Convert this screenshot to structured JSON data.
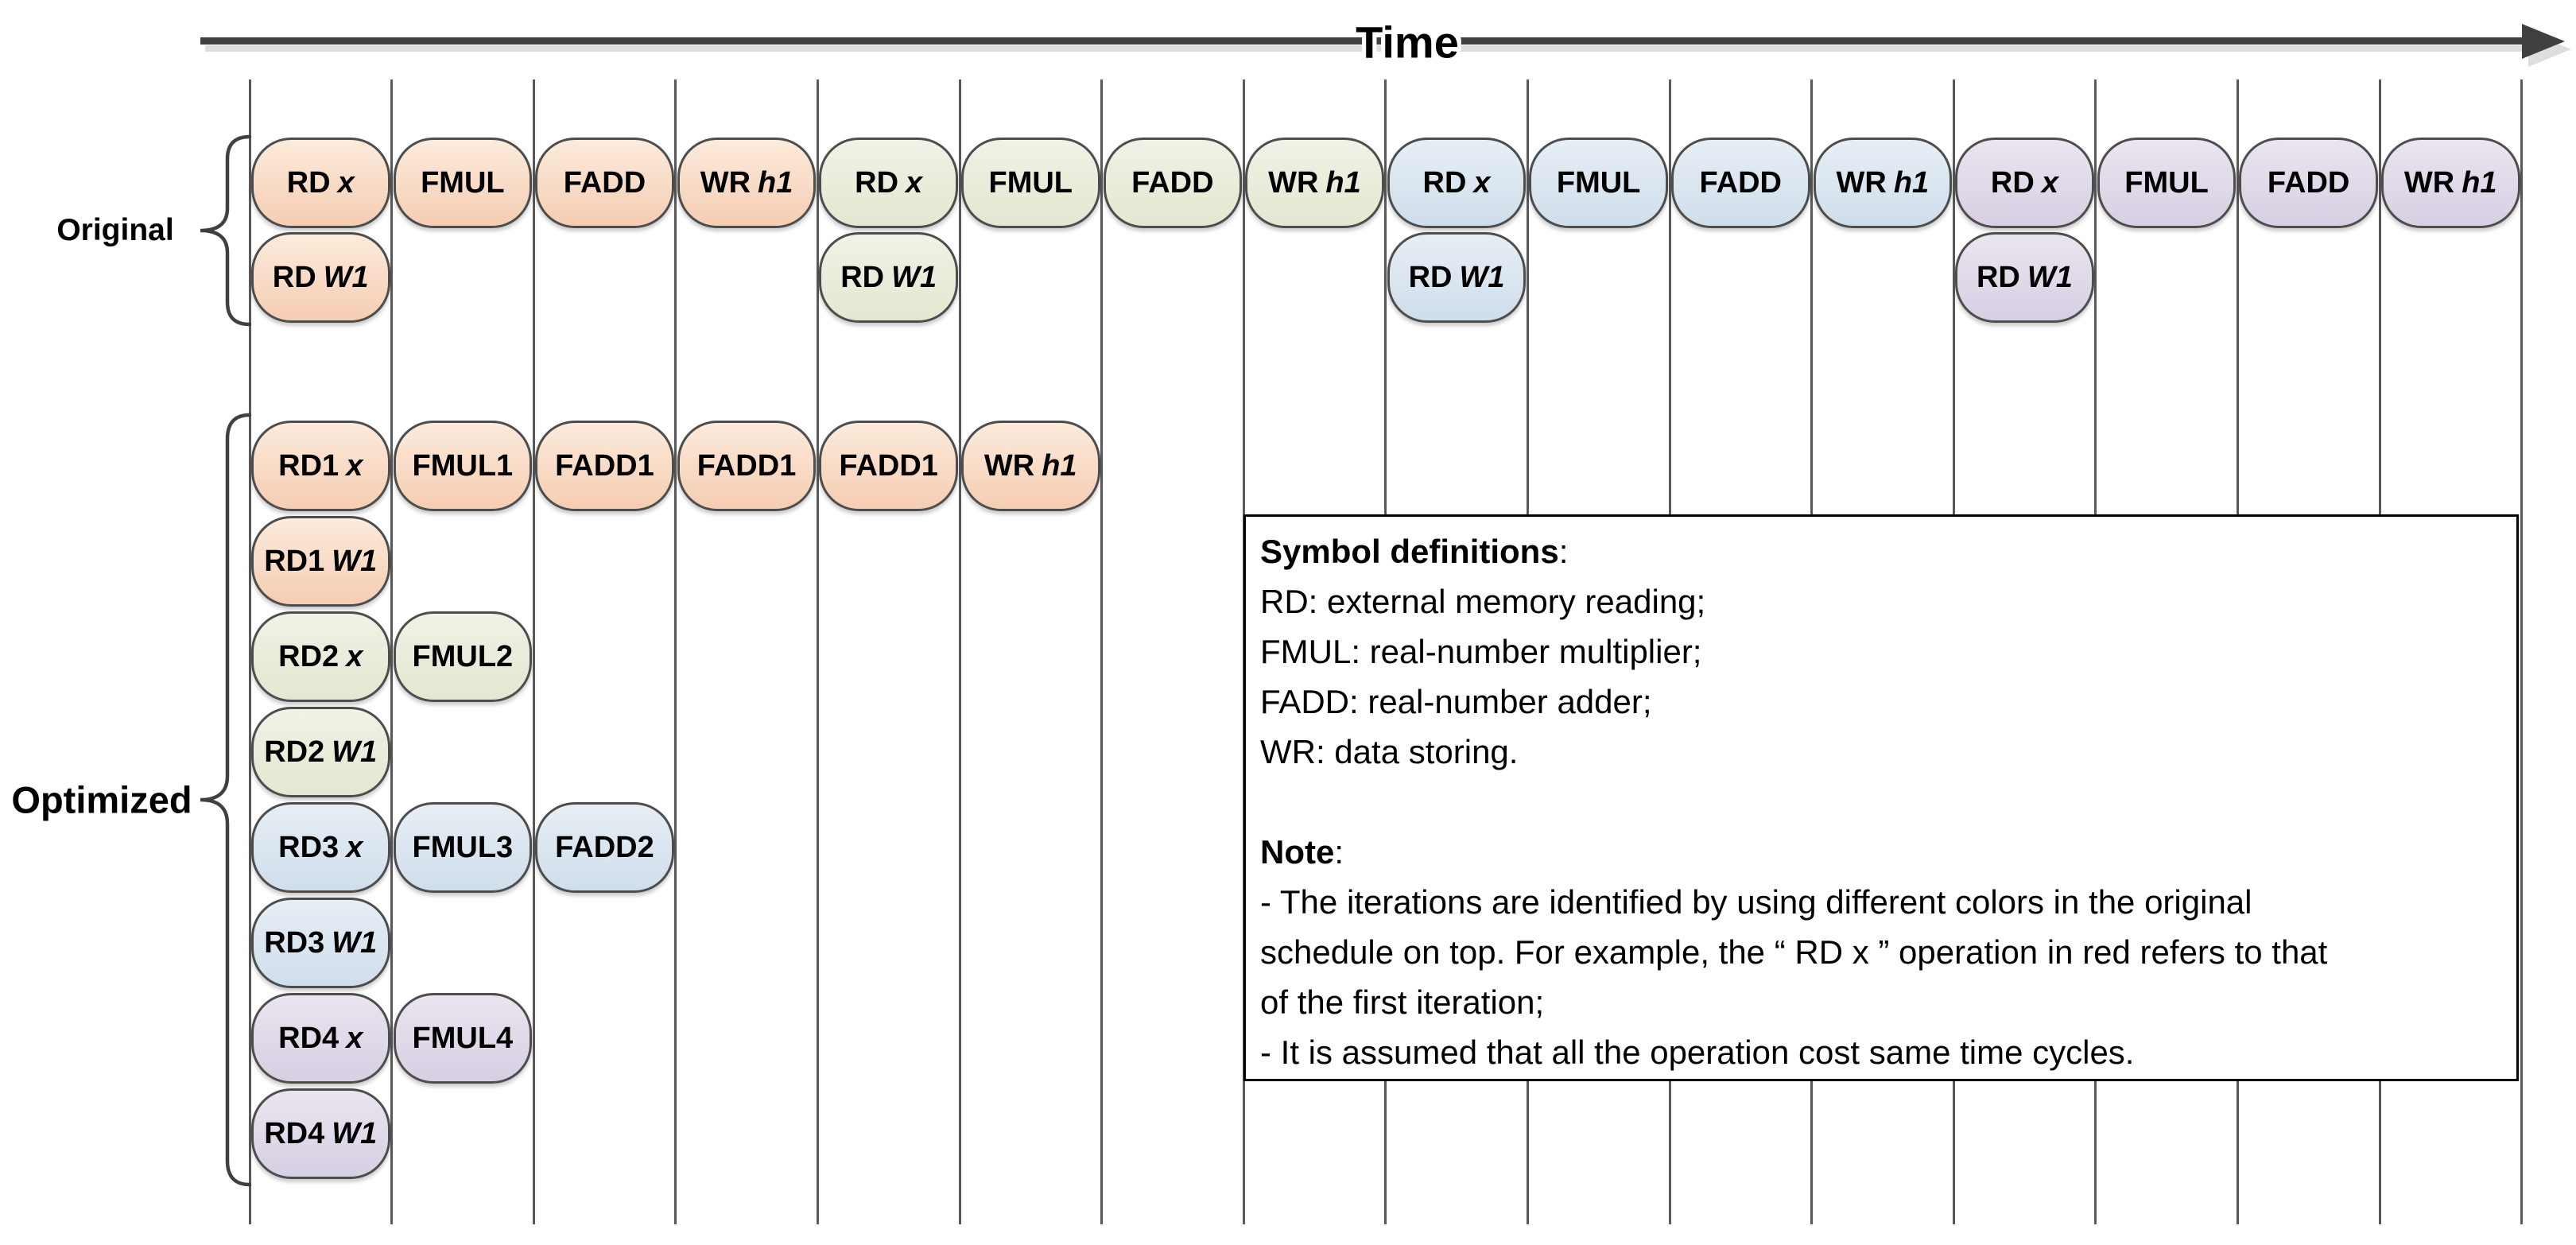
{
  "time_axis": {
    "label": "Time"
  },
  "grid": {
    "columns": 16
  },
  "colors": {
    "iter1": {
      "top": "#fcebdc",
      "bottom": "#f5cdb2"
    },
    "iter2": {
      "top": "#f0f2e6",
      "bottom": "#e2e8d0"
    },
    "iter3": {
      "top": "#e7eef5",
      "bottom": "#cfdeeb"
    },
    "iter4": {
      "top": "#eae5f0",
      "bottom": "#d7cfe2"
    },
    "pill_border": "#4d4d4d",
    "grid_line": "#595959",
    "arrow": "#404040",
    "arrow_shadow": "#dedede",
    "brace": "#404040"
  },
  "original": {
    "label": "Original",
    "pills": [
      {
        "col": 1,
        "row": 1,
        "iter": 1,
        "text": "RD",
        "em": "x"
      },
      {
        "col": 2,
        "row": 1,
        "iter": 1,
        "text": "FMUL",
        "em": ""
      },
      {
        "col": 3,
        "row": 1,
        "iter": 1,
        "text": "FADD",
        "em": ""
      },
      {
        "col": 4,
        "row": 1,
        "iter": 1,
        "text": "WR",
        "em": "h1"
      },
      {
        "col": 1,
        "row": 2,
        "iter": 1,
        "text": "RD",
        "em": "W1"
      },
      {
        "col": 5,
        "row": 1,
        "iter": 2,
        "text": "RD",
        "em": "x"
      },
      {
        "col": 6,
        "row": 1,
        "iter": 2,
        "text": "FMUL",
        "em": ""
      },
      {
        "col": 7,
        "row": 1,
        "iter": 2,
        "text": "FADD",
        "em": ""
      },
      {
        "col": 8,
        "row": 1,
        "iter": 2,
        "text": "WR",
        "em": "h1"
      },
      {
        "col": 5,
        "row": 2,
        "iter": 2,
        "text": "RD",
        "em": "W1"
      },
      {
        "col": 9,
        "row": 1,
        "iter": 3,
        "text": "RD",
        "em": "x"
      },
      {
        "col": 10,
        "row": 1,
        "iter": 3,
        "text": "FMUL",
        "em": ""
      },
      {
        "col": 11,
        "row": 1,
        "iter": 3,
        "text": "FADD",
        "em": ""
      },
      {
        "col": 12,
        "row": 1,
        "iter": 3,
        "text": "WR",
        "em": "h1"
      },
      {
        "col": 9,
        "row": 2,
        "iter": 3,
        "text": "RD",
        "em": "W1"
      },
      {
        "col": 13,
        "row": 1,
        "iter": 4,
        "text": "RD",
        "em": "x"
      },
      {
        "col": 14,
        "row": 1,
        "iter": 4,
        "text": "FMUL",
        "em": ""
      },
      {
        "col": 15,
        "row": 1,
        "iter": 4,
        "text": "FADD",
        "em": ""
      },
      {
        "col": 16,
        "row": 1,
        "iter": 4,
        "text": "WR",
        "em": "h1"
      },
      {
        "col": 13,
        "row": 2,
        "iter": 4,
        "text": "RD",
        "em": "W1"
      }
    ]
  },
  "optimized": {
    "label": "Optimized",
    "pills": [
      {
        "col": 1,
        "row": 1,
        "iter": 1,
        "text": "RD1",
        "em": "x"
      },
      {
        "col": 2,
        "row": 1,
        "iter": 1,
        "text": "FMUL1",
        "em": ""
      },
      {
        "col": 3,
        "row": 1,
        "iter": 1,
        "text": "FADD1",
        "em": ""
      },
      {
        "col": 4,
        "row": 1,
        "iter": 1,
        "text": "FADD1",
        "em": ""
      },
      {
        "col": 5,
        "row": 1,
        "iter": 1,
        "text": "FADD1",
        "em": ""
      },
      {
        "col": 6,
        "row": 1,
        "iter": 1,
        "text": "WR",
        "em": "h1"
      },
      {
        "col": 1,
        "row": 2,
        "iter": 1,
        "text": "RD1",
        "em": "W1"
      },
      {
        "col": 1,
        "row": 3,
        "iter": 2,
        "text": "RD2",
        "em": "x"
      },
      {
        "col": 2,
        "row": 3,
        "iter": 2,
        "text": "FMUL2",
        "em": ""
      },
      {
        "col": 1,
        "row": 4,
        "iter": 2,
        "text": "RD2",
        "em": "W1"
      },
      {
        "col": 1,
        "row": 5,
        "iter": 3,
        "text": "RD3",
        "em": "x"
      },
      {
        "col": 2,
        "row": 5,
        "iter": 3,
        "text": "FMUL3",
        "em": ""
      },
      {
        "col": 3,
        "row": 5,
        "iter": 3,
        "text": "FADD2",
        "em": ""
      },
      {
        "col": 1,
        "row": 6,
        "iter": 3,
        "text": "RD3",
        "em": "W1"
      },
      {
        "col": 1,
        "row": 7,
        "iter": 4,
        "text": "RD4",
        "em": "x"
      },
      {
        "col": 2,
        "row": 7,
        "iter": 4,
        "text": "FMUL4",
        "em": ""
      },
      {
        "col": 1,
        "row": 8,
        "iter": 4,
        "text": "RD4",
        "em": "W1"
      }
    ]
  },
  "legend": {
    "title_bold": "Symbol definitions",
    "title_colon": ":",
    "definitions": [
      "RD: external memory reading;",
      "FMUL: real-number multiplier;",
      "FADD: real-number adder;",
      "WR: data storing."
    ],
    "note_bold": "Note",
    "note_colon": ":",
    "note_lines": [
      "- The iterations are identified by using different colors in the original",
      "schedule on top. For example, the “ RD x ” operation in red refers to that",
      "of the first iteration;",
      "- It is assumed that all the operation cost same time cycles."
    ]
  }
}
